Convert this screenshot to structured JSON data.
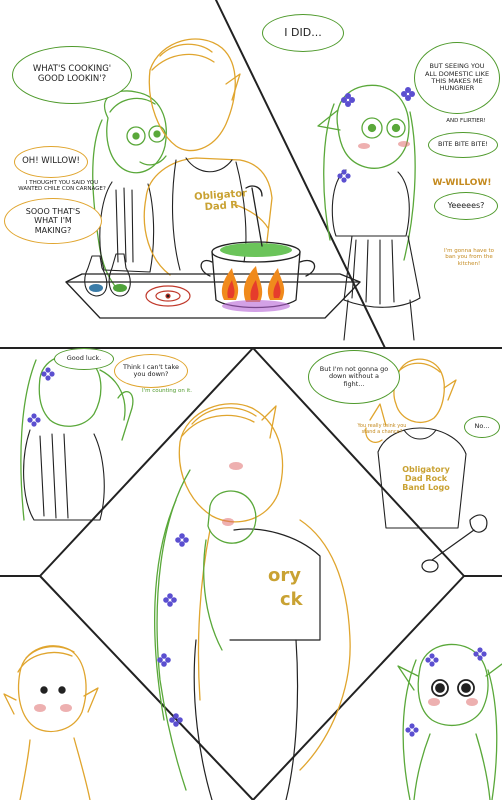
{
  "colors": {
    "willow": "#5aa83a",
    "dad": "#e0a52e",
    "ink": "#222222",
    "flame": "#f08a1c",
    "blush": "#e07070",
    "flowers": "#5b4fd0"
  },
  "panel1": {
    "bubble_cooking": "WHAT'S COOKING' GOOD LOOKIN'?",
    "bubble_willow": "OH! WILLOW!",
    "text_chili": "I THOUGHT YOU SAID YOU WANTED CHILE CON CARNAGE?",
    "text_making": "SOOO THAT'S WHAT I'M MAKING?",
    "shirt_line1": "Obligator",
    "shirt_line2": "Dad R"
  },
  "panel2": {
    "bubble_idid": "I DID...",
    "bubble_hungrier": "BUT SEEING YOU ALL DOMESTIC LIKE THIS MAKES ME HUNGRIER",
    "text_flirtier": "AND FLIRTIER!",
    "bubble_bite": "BITE BITE BITE!",
    "text_wwillow": "W-WILLOW!",
    "bubble_yeees": "Yeeeees?",
    "text_ban": "I'm gonna have to ban you from the kitchen!"
  },
  "panel3": {
    "bubble_goodluck": "Good luck.",
    "bubble_think": "Think I can't take you down?",
    "text_counting": "I'm counting on it."
  },
  "panel4": {
    "bubble_fight": "But I'm not gonna go down without a fight...",
    "text_chance": "You really think you stand a chance?",
    "bubble_no": "No...",
    "shirt_lines": [
      "Obligatory",
      "Dad Rock",
      "Band Logo"
    ]
  },
  "panel5": {
    "shirt_fragment_1": "ory",
    "shirt_fragment_2": "ck"
  }
}
